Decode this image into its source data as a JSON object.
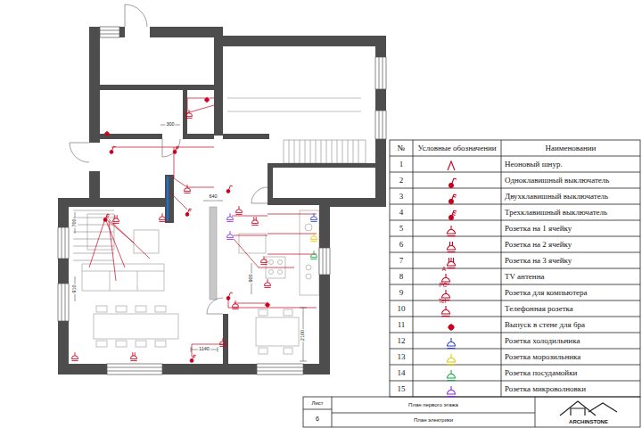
{
  "diagram": {
    "labels": [
      "№",
      "Условные обозначении",
      "Наименовании",
      "1",
      "2",
      "3",
      "4",
      "5",
      "6",
      "7",
      "8",
      "9",
      "10",
      "11",
      "12",
      "13",
      "14",
      "15",
      "A",
      "PC",
      "Tel",
      "Лист",
      "6",
      "План первого этажа",
      "План электрики",
      "ARCHINSTONE",
      "300",
      "640",
      "700",
      "910",
      "900",
      "2100",
      "1140"
    ],
    "legend": [
      {
        "text": "Неоновый шнур."
      },
      {
        "text": "Одноклавишный выключатель"
      },
      {
        "text": "Двухклавишный выключатель"
      },
      {
        "text": "Трехклавишный выключатель"
      },
      {
        "text": "Розетка на 1 ячейку"
      },
      {
        "text": "Розетка на 2 ячейку"
      },
      {
        "text": "Розетка на 3 ячейку"
      },
      {
        "text": "TV антенна"
      },
      {
        "text": "Розетка для компьютера"
      },
      {
        "text": "Телефонная розетка"
      },
      {
        "text": "Выпуск в стене для бра"
      },
      {
        "text": "Розетка холодильника"
      },
      {
        "text": "Розетка морозильника"
      },
      {
        "text": "Розетка посудамойки"
      },
      {
        "text": "Розетка микроволновки"
      }
    ]
  }
}
